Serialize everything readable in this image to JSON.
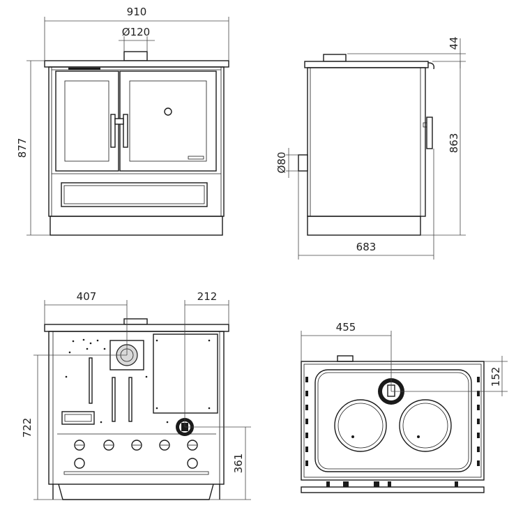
{
  "dimensions": {
    "front": {
      "width": "910",
      "flue": "Ø120",
      "height": "877"
    },
    "side": {
      "top_offset": "44",
      "flue": "Ø80",
      "height": "863",
      "depth": "683"
    },
    "back": {
      "flue_x": "407",
      "outlet_x": "212",
      "flue_height": "722",
      "outlet_height": "361"
    },
    "top": {
      "flue_x": "455",
      "flue_y": "152"
    }
  },
  "colors": {
    "line": "#1a1a1a",
    "panel": "#d9d9d9",
    "background": "#ffffff"
  }
}
